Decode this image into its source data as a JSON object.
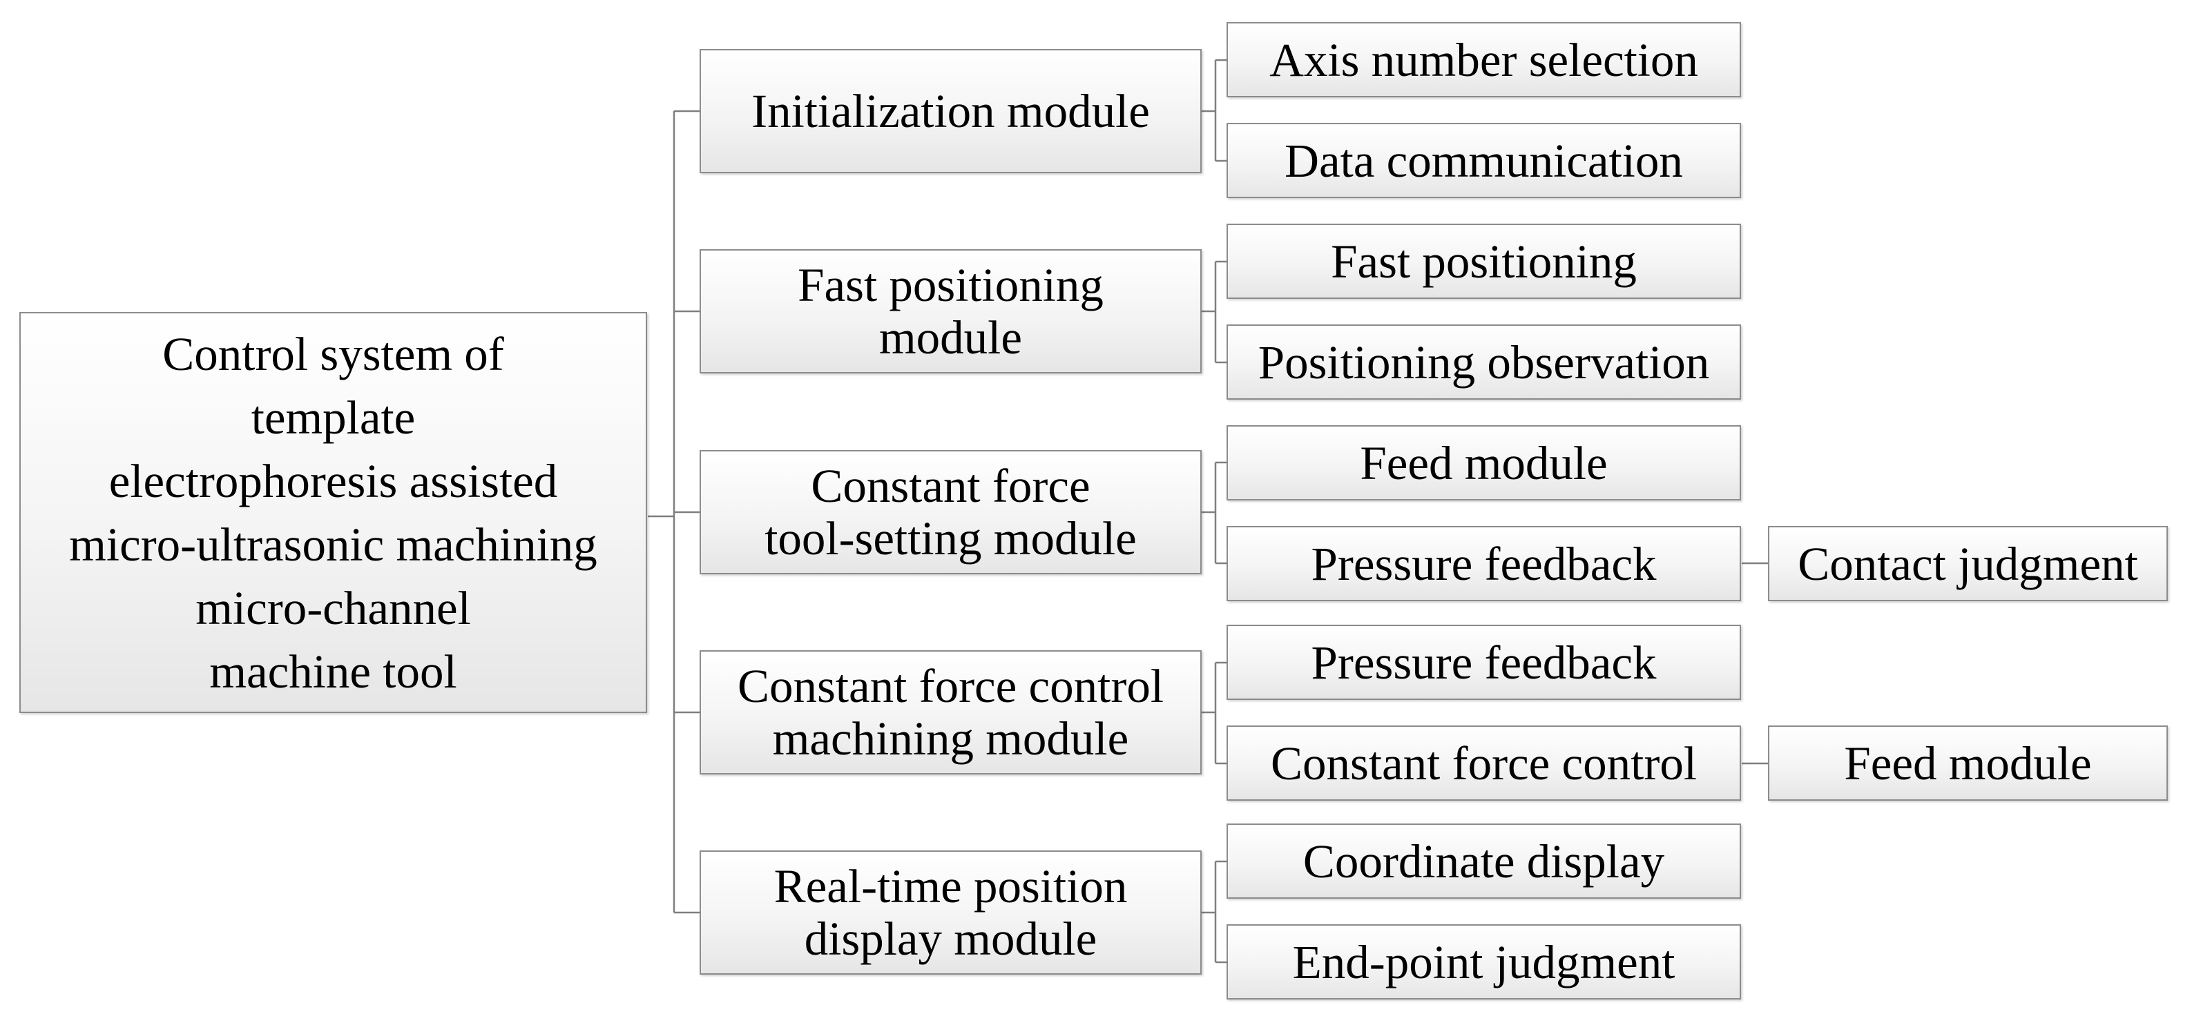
{
  "root": {
    "lines": [
      "Control system of",
      "template",
      "electrophoresis assisted",
      "micro-ultrasonic machining",
      "micro-channel",
      "machine tool"
    ]
  },
  "modules": [
    {
      "lines": [
        "Initialization module"
      ],
      "children": [
        {
          "label": "Axis number selection"
        },
        {
          "label": "Data communication"
        }
      ]
    },
    {
      "lines": [
        "Fast positioning",
        "module"
      ],
      "children": [
        {
          "label": "Fast positioning"
        },
        {
          "label": "Positioning observation"
        }
      ]
    },
    {
      "lines": [
        "Constant force",
        "tool-setting module"
      ],
      "children": [
        {
          "label": "Feed module"
        },
        {
          "label": "Pressure feedback",
          "next": "Contact judgment"
        }
      ]
    },
    {
      "lines": [
        "Constant force control",
        "machining module"
      ],
      "children": [
        {
          "label": "Pressure feedback"
        },
        {
          "label": "Constant force control",
          "next": "Feed module"
        }
      ]
    },
    {
      "lines": [
        "Real-time position",
        "display module"
      ],
      "children": [
        {
          "label": "Coordinate display"
        },
        {
          "label": "End-point judgment"
        }
      ]
    }
  ]
}
